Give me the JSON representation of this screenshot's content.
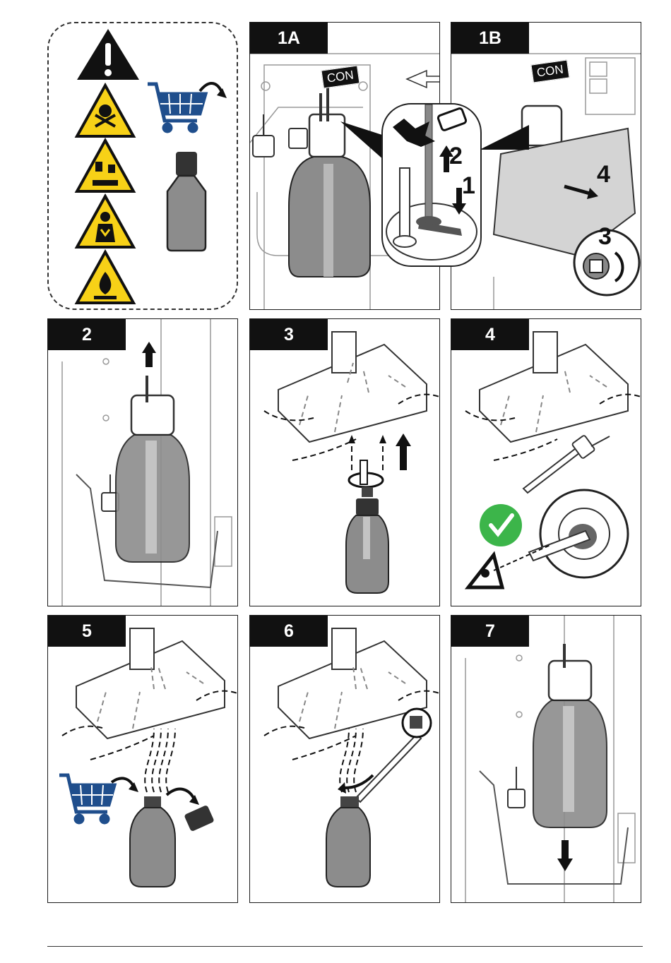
{
  "steps": {
    "s1a": "1A",
    "s1b": "1B",
    "s2": "2",
    "s3": "3",
    "s4": "4",
    "s5": "5",
    "s6": "6",
    "s7": "7"
  },
  "labels": {
    "con_a": "CON",
    "con_b": "CON"
  },
  "callouts": {
    "n1": "1",
    "n2": "2",
    "n3": "3",
    "n4": "4"
  },
  "colors": {
    "warning_yellow": "#f7d117",
    "cart_blue": "#1f4e8c",
    "check_green": "#3cb54a",
    "bottle_gray": "#8c8c8c",
    "line_gray": "#999999"
  },
  "icons": [
    "warning-icon",
    "toxic-hazard-icon",
    "corrosive-hazard-icon",
    "health-hazard-icon",
    "flammable-hazard-icon",
    "shopping-cart-icon",
    "bottle-icon",
    "checkmark-icon",
    "eye-icon"
  ]
}
